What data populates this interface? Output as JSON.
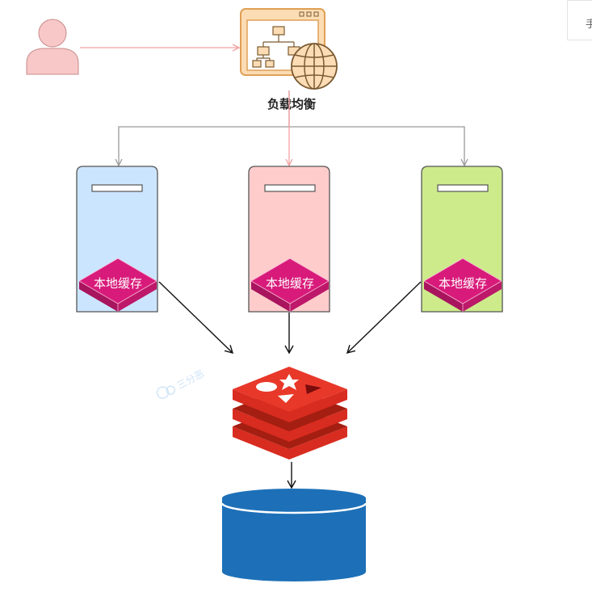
{
  "load_balancer": {
    "label": "负载均衡",
    "icon": "load-balancer-icon"
  },
  "user": {
    "icon": "user-icon"
  },
  "servers": [
    {
      "id": "server-1",
      "fill": "#cce5ff",
      "cache_label": "本地缓存"
    },
    {
      "id": "server-2",
      "fill": "#ffcccc",
      "cache_label": "本地缓存"
    },
    {
      "id": "server-3",
      "fill": "#cdeb8b",
      "cache_label": "本地缓存"
    }
  ],
  "redis": {
    "icon": "redis-icon",
    "color": "#d82c20"
  },
  "database": {
    "icon": "database-icon",
    "color": "#1d70b8"
  },
  "watermark": {
    "text": "三分恶"
  },
  "corner_text": "手"
}
